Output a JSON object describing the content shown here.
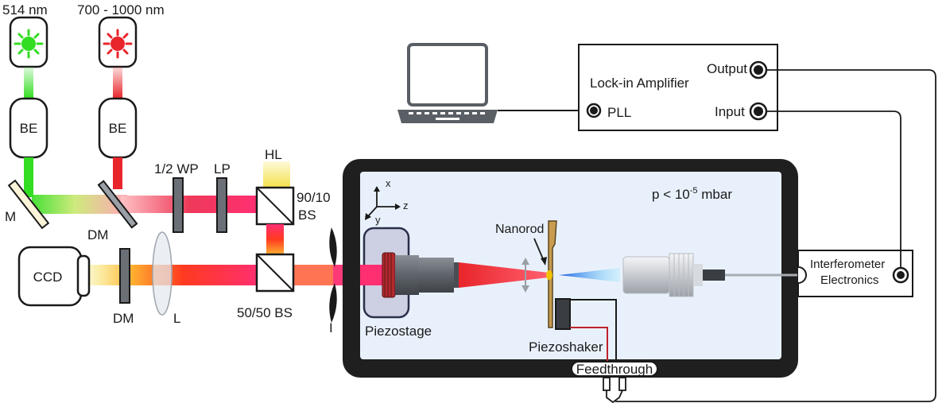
{
  "colors": {
    "green_laser": "#33dd22",
    "red_laser": "#e8252a",
    "chamber_frame": "#1f1f1f",
    "chamber_inner": "#e8f1fb",
    "piezostage_fill": "#cdd0e2",
    "cyan_light": "#2fc8ee",
    "bronze": "#c89d4f",
    "yellow_beam": "#f4e24a",
    "pink_beam": "#ff2f72",
    "wire_red": "#c0212a"
  },
  "lasers": {
    "green": {
      "label": "514 nm",
      "icon": "green-laser-icon"
    },
    "red": {
      "label": "700 - 1000 nm",
      "icon": "red-laser-icon"
    }
  },
  "beam_expanders": {
    "green": "BE",
    "red": "BE"
  },
  "mirrors": {
    "m": "M"
  },
  "optics": {
    "dm_top": "DM",
    "half_wave_plate": "1/2 WP",
    "lp": "LP",
    "hl": "HL",
    "bs_90_10_line1": "90/10",
    "bs_90_10_line2": "BS",
    "ccd": "CCD",
    "dm_bottom": "DM",
    "lens": "L",
    "bs_50_50": "50/50 BS",
    "iris": "I"
  },
  "electronics": {
    "lockin_title": "Lock-in Amplifier",
    "output": "Output",
    "input": "Input",
    "pll": "PLL",
    "interferometer_line1": "Interferometer",
    "interferometer_line2": "Electronics",
    "laptop_icon": "laptop-icon"
  },
  "chamber": {
    "pressure_prefix": "p < 10",
    "pressure_exponent": "-5",
    "pressure_unit": " mbar",
    "axis_x": "x",
    "axis_y": "y",
    "axis_z": "z",
    "piezostage": "Piezostage",
    "nanorod": "Nanorod",
    "piezoshaker": "Piezoshaker",
    "feedthrough": "Feedthrough"
  }
}
